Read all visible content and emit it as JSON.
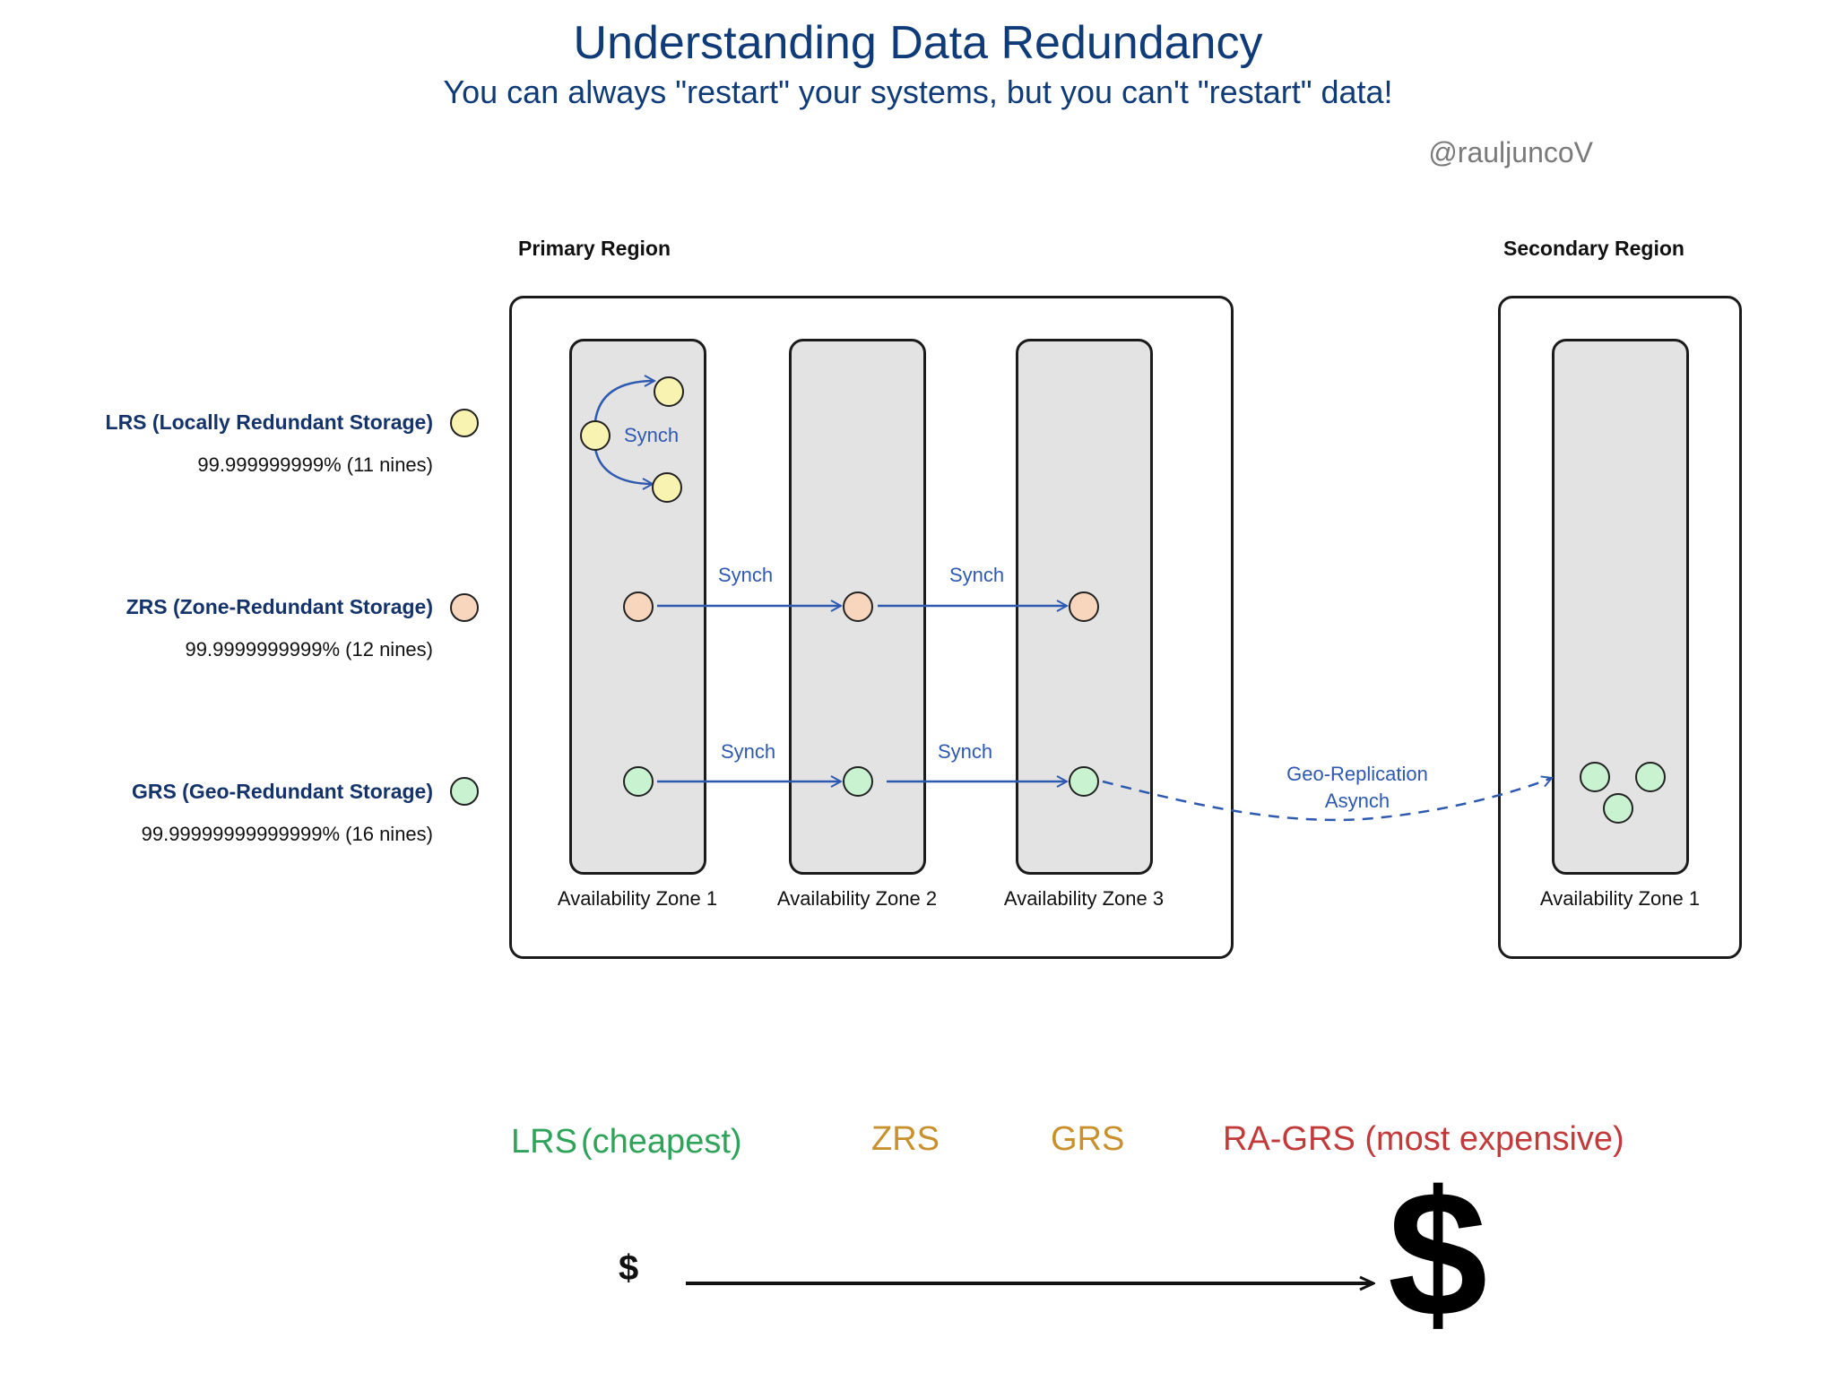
{
  "header": {
    "title": "Understanding Data Redundancy",
    "subtitle": "You can always \"restart\" your systems, but you can't \"restart\" data!",
    "handle": "@rauljuncoV"
  },
  "regions": {
    "primary": "Primary Region",
    "secondary": "Secondary Region"
  },
  "zones": {
    "primary": [
      "Availability Zone 1",
      "Availability Zone 2",
      "Availability Zone 3"
    ],
    "secondary": [
      "Availability Zone 1"
    ]
  },
  "tiers": [
    {
      "name": "LRS (Locally Redundant Storage)",
      "nines": "99.999999999% (11 nines)",
      "color": "#f8f3b0"
    },
    {
      "name": "ZRS (Zone-Redundant Storage)",
      "nines": "99.9999999999% (12 nines)",
      "color": "#f8d5bd"
    },
    {
      "name": "GRS (Geo-Redundant Storage)",
      "nines": "99.99999999999999% (16 nines)",
      "color": "#c9f2d0"
    }
  ],
  "arrows": {
    "synch": "Synch",
    "geo_line1": "Geo-Replication",
    "geo_line2": "Asynch"
  },
  "cost_scale": {
    "items": [
      {
        "label": "LRS",
        "color": "#2fa35a"
      },
      {
        "label": "(cheapest)",
        "color": "#2fa35a"
      },
      {
        "label": "ZRS",
        "color": "#c9912d"
      },
      {
        "label": "GRS",
        "color": "#c9912d"
      },
      {
        "label": "RA-GRS (most expensive)",
        "color": "#c23a3a"
      }
    ],
    "low_symbol": "$",
    "high_symbol": "$"
  }
}
